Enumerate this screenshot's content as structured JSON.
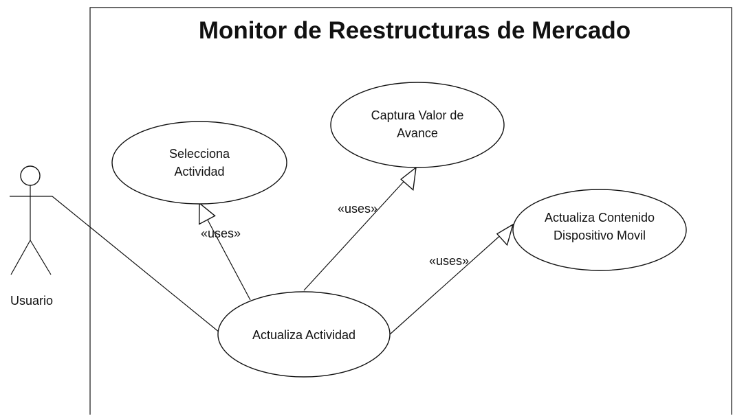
{
  "system": {
    "title": "Monitor de Reestructuras de Mercado"
  },
  "actor": {
    "name": "Usuario"
  },
  "use_cases": {
    "selecciona": {
      "line1": "Selecciona",
      "line2": "Actividad"
    },
    "captura": {
      "line1": "Captura Valor de",
      "line2": "Avance"
    },
    "contenido": {
      "line1": "Actualiza Contenido",
      "line2": "Dispositivo Movil"
    },
    "actualiza": {
      "line1": "Actualiza Actividad"
    }
  },
  "relations": {
    "uses_selecciona": "«uses»",
    "uses_captura": "«uses»",
    "uses_contenido": "«uses»"
  }
}
